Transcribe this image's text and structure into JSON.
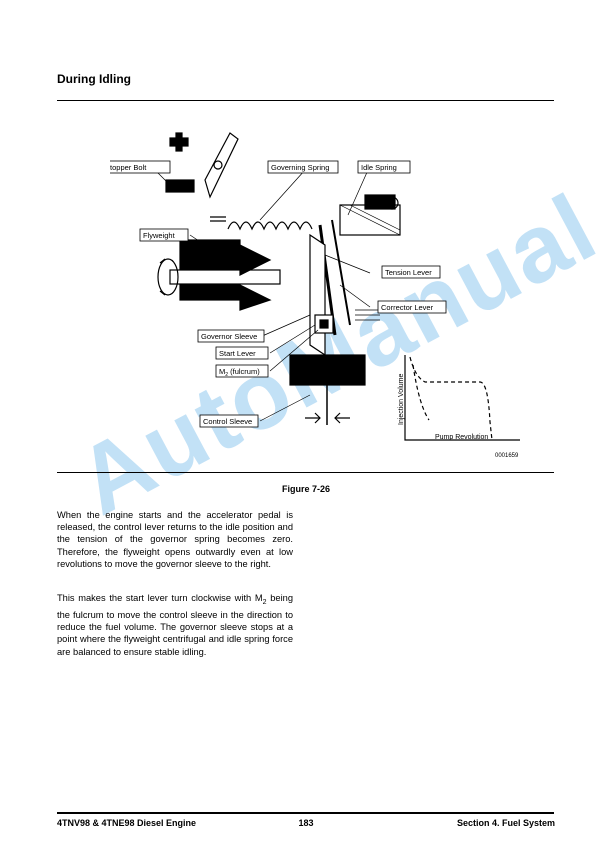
{
  "page": {
    "heading": "During Idling",
    "figure_caption": "Figure 7-26",
    "paragraph1": "When the engine starts and the accelerator pedal is released, the control lever returns to the idle position and the tension of the governor spring becomes zero. Therefore, the flyweight opens outwardly even at low revolutions to move the governor sleeve to the right.",
    "paragraph2_before_sub": "This makes the start lever turn clockwise with M",
    "paragraph2_sub": "2",
    "paragraph2_after_sub": " being the fulcrum to move the control sleeve in the direction to reduce the fuel volume. The governor sleeve stops at a point where the flyweight centrifugal and idle spring force are balanced to ensure stable idling.",
    "watermark": "AutoManual"
  },
  "figure": {
    "labels": {
      "idling_stopper_bolt": "Idling Stopper Bolt",
      "governing_spring": "Governing Spring",
      "idle_spring": "Idle Spring",
      "flyweight": "Flyweight",
      "tension_lever": "Tension Lever",
      "corrector_lever": "Corrector Lever",
      "governor_sleeve": "Governor Sleeve",
      "start_lever": "Start Lever",
      "m2_prefix": "M",
      "m2_sub": "2",
      "m2_suffix": " (fulcrum)",
      "control_sleeve": "Control Sleeve",
      "injection_volume": "Injection Volume",
      "pump_revolution": "Pump Revolution",
      "figure_code": "0001659"
    }
  },
  "footer": {
    "left": "4TNV98 & 4TNE98 Diesel Engine",
    "center": "183",
    "right": "Section 4. Fuel System"
  }
}
